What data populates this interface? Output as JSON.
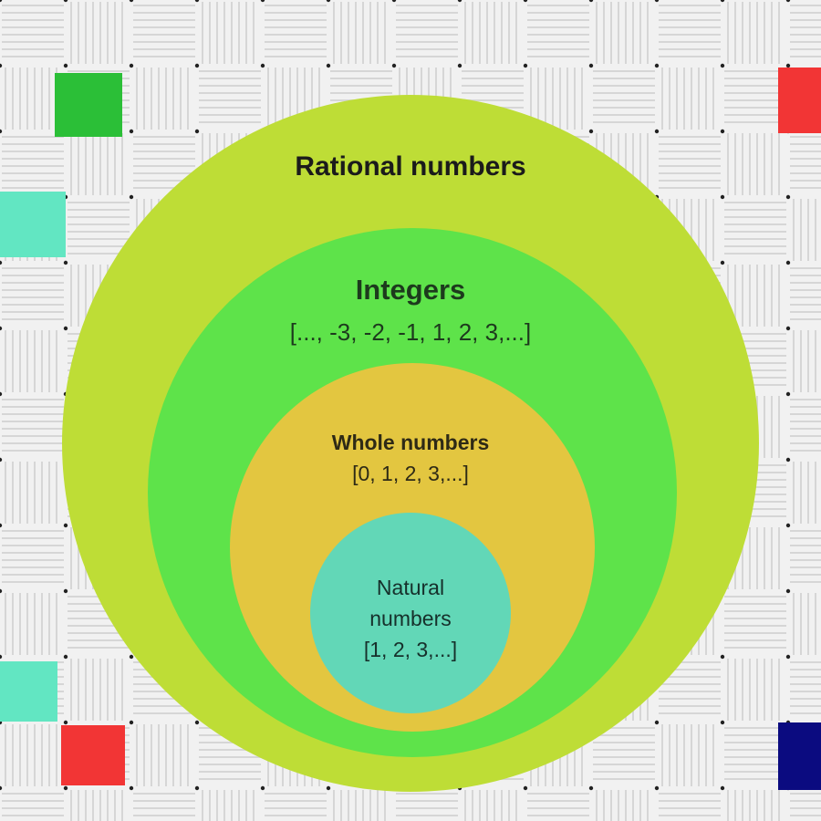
{
  "colors": {
    "rational": "#bedd36",
    "integers": "#5ee34a",
    "whole": "#e3c640",
    "natural": "#62d7b7",
    "green_square": "#2bbf37",
    "red_square": "#f23535",
    "teal_square": "#62e6c2",
    "navy_square": "#0b0b80",
    "pattern_bg": "#f1f1f1",
    "pattern_lines": "#d9d9d9",
    "pattern_dots": "#222222"
  },
  "sets": {
    "rational": {
      "name": "Rational numbers"
    },
    "integers": {
      "name": "Integers",
      "example": "[..., -3, -2, -1, 1, 2, 3,...]"
    },
    "whole": {
      "name": "Whole numbers",
      "example": "[0, 1, 2, 3,...]"
    },
    "natural": {
      "name_line1": "Natural",
      "name_line2": "numbers",
      "example": "[1, 2, 3,...]"
    }
  }
}
